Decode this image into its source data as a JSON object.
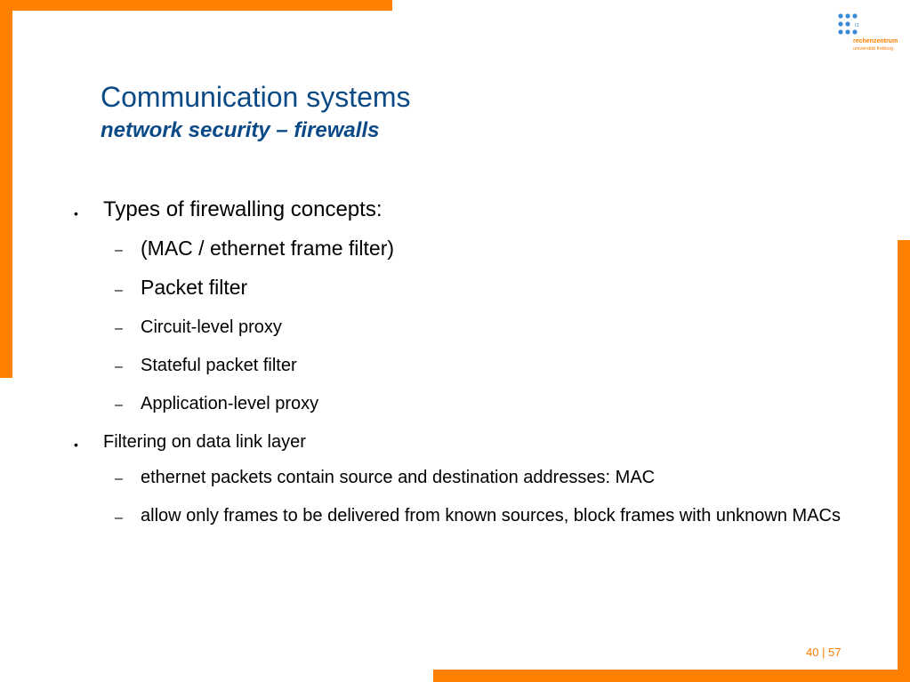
{
  "logo": {
    "small_text": "rz",
    "line1": "rechenzentrum",
    "line2": "universität freiburg",
    "colors": {
      "dots": "#3a8ad6",
      "text": "#ff7f00"
    }
  },
  "header": {
    "title": "Communication systems",
    "subtitle": "network security – firewalls"
  },
  "content": {
    "bullet_symbol": "•",
    "dash_symbol": "–",
    "items": [
      {
        "text": "Types of firewalling concepts:"
      },
      {
        "text": "(MAC / ethernet frame filter)"
      },
      {
        "text": "Packet filter"
      },
      {
        "text": "Circuit-level proxy"
      },
      {
        "text": "Stateful packet filter"
      },
      {
        "text": "Application-level proxy"
      },
      {
        "text": "Filtering on data link layer"
      },
      {
        "text": "ethernet packets contain source and destination addresses: MAC"
      },
      {
        "text": "allow only frames to be delivered from known sources, block frames with unknown MACs"
      }
    ]
  },
  "footer": {
    "page": "40 | 57"
  },
  "colors": {
    "accent": "#ff7f00",
    "title": "#0b4a86"
  }
}
